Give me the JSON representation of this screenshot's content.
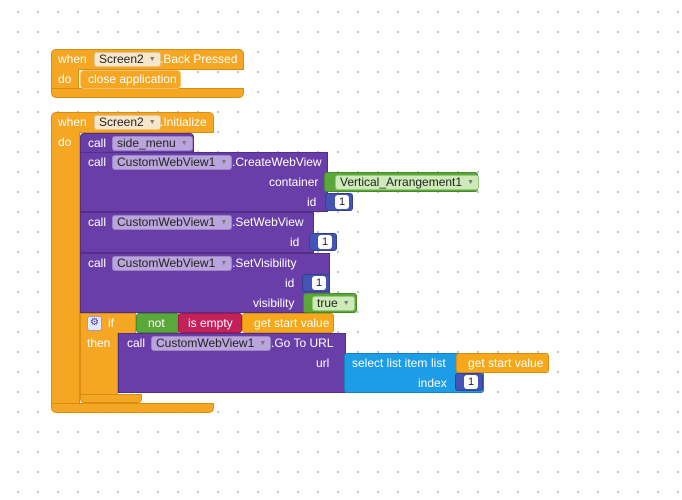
{
  "event1": {
    "when": "when",
    "component": "Screen2",
    "event": ".Back Pressed",
    "do": "do",
    "action": "close application"
  },
  "event2": {
    "when": "when",
    "component": "Screen2",
    "event": ".Initialize",
    "do": "do",
    "call_side_menu": {
      "call": "call",
      "proc": "side_menu"
    },
    "create": {
      "call": "call",
      "component": "CustomWebView1",
      "method": ".CreateWebView",
      "container_label": "container",
      "container_value": "Vertical_Arrangement1",
      "id_label": "id",
      "id_value": "1"
    },
    "set_webview": {
      "call": "call",
      "component": "CustomWebView1",
      "method": ".SetWebView",
      "id_label": "id",
      "id_value": "1"
    },
    "set_visibility": {
      "call": "call",
      "component": "CustomWebView1",
      "method": ".SetVisibility",
      "id_label": "id",
      "id_value": "1",
      "visibility_label": "visibility",
      "visibility_value": "true"
    },
    "if_block": {
      "if": "if",
      "not": "not",
      "is_empty": "is empty",
      "get_start_value": "get start value",
      "then": "then",
      "goto": {
        "call": "call",
        "component": "CustomWebView1",
        "method": ".Go To URL",
        "url_label": "url",
        "select_list_item": "select list item",
        "list_label": "list",
        "list_value": "get start value",
        "index_label": "index",
        "index_value": "1"
      }
    }
  },
  "colors": {
    "event": "#f5a623",
    "component_call": "#6a3ea8",
    "logic": "#5ba83a",
    "text": "#c4205a",
    "list": "#1d9de6",
    "math": "#4354b4"
  }
}
